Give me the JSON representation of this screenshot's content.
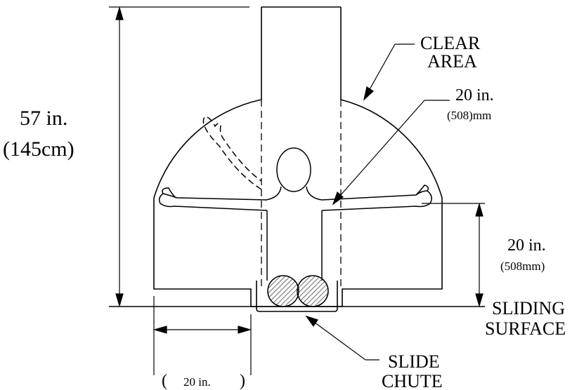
{
  "labels": {
    "height_value": "57 in.",
    "height_metric": "(145cm)",
    "clear_area_line1": "CLEAR",
    "clear_area_line2": "AREA",
    "radius_value": "20 in.",
    "radius_metric": "(508)mm",
    "side_value": "20 in.",
    "side_metric": "(508mm)",
    "sliding_line1": "SLIDING",
    "sliding_line2": "SURFACE",
    "slide_line1": "SLIDE",
    "slide_line2": "CHUTE",
    "bottom_open": "(",
    "bottom_value": "20 in.",
    "bottom_close": ")"
  },
  "colors": {
    "ink": "#000000",
    "paper": "#ffffff",
    "hatch": "#555555"
  }
}
